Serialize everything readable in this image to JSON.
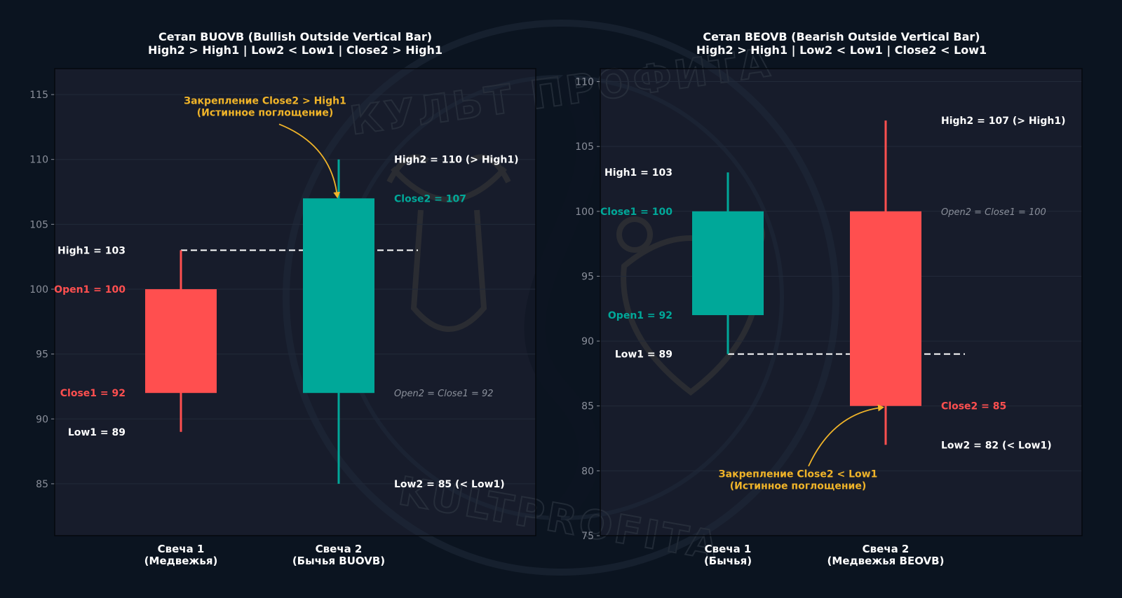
{
  "colors": {
    "background": "#0b1420",
    "panel": "#171c2b",
    "bull": "#00a899",
    "bear": "#ff4f4f",
    "white": "#ffffff",
    "muted": "#8a8f9a",
    "accent": "#f0b429"
  },
  "watermark": {
    "top_text": "КУЛЬТ ПРОФИТА",
    "bottom_text": "KULTPROFITA",
    "icons": [
      "bull-icon",
      "bear-icon"
    ]
  },
  "chart_data": [
    {
      "type": "candlestick",
      "title_line1": "Сетап BUOVB (Bullish Outside Vertical Bar)",
      "title_line2": "High2 > High1 | Low2 < Low1 | Close2 > High1",
      "ylim": [
        81,
        117
      ],
      "yticks": [
        "85",
        "90",
        "95",
        "100",
        "105",
        "110",
        "115"
      ],
      "candles": [
        {
          "label_line1": "Свеча 1",
          "label_line2": "(Медвежья)",
          "open": 100,
          "high": 103,
          "low": 89,
          "close": 92,
          "direction": "bear"
        },
        {
          "label_line1": "Свеча 2",
          "label_line2": "(Бычья BUOVB)",
          "open": 92,
          "high": 110,
          "low": 85,
          "close": 107,
          "direction": "bull"
        }
      ],
      "reference_line": {
        "value": 103
      },
      "labels": [
        {
          "text": "High1 = 103",
          "value": 103,
          "style": "white",
          "side": "left",
          "candle": 0
        },
        {
          "text": "Open1 = 100",
          "value": 100,
          "style": "bear",
          "side": "left",
          "candle": 0
        },
        {
          "text": "Close1 = 92",
          "value": 92,
          "style": "bear",
          "side": "left",
          "candle": 0
        },
        {
          "text": "Low1 = 89",
          "value": 89,
          "style": "white",
          "side": "left",
          "candle": 0
        },
        {
          "text": "High2 = 110  (> High1)",
          "value": 110,
          "style": "white",
          "side": "right",
          "candle": 1
        },
        {
          "text": "Close2 = 107",
          "value": 107,
          "style": "bull",
          "side": "right",
          "candle": 1
        },
        {
          "text": "Open2 = Close1 = 92",
          "value": 92,
          "style": "italic",
          "side": "right",
          "candle": 1
        },
        {
          "text": "Low2 = 85  (< Low1)",
          "value": 85,
          "style": "white",
          "side": "right",
          "candle": 1
        }
      ],
      "annotation": {
        "line1": "Закрепление Close2 > High1",
        "line2": "(Истинное поглощение)",
        "target_value": 107,
        "placement": "above"
      }
    },
    {
      "type": "candlestick",
      "title_line1": "Сетап BEOVB (Bearish Outside Vertical Bar)",
      "title_line2": "High2 > High1 | Low2 < Low1 | Close2 < Low1",
      "ylim": [
        75,
        111
      ],
      "yticks": [
        "75",
        "80",
        "85",
        "90",
        "95",
        "100",
        "105",
        "110"
      ],
      "candles": [
        {
          "label_line1": "Свеча 1",
          "label_line2": "(Бычья)",
          "open": 92,
          "high": 103,
          "low": 89,
          "close": 100,
          "direction": "bull"
        },
        {
          "label_line1": "Свеча 2",
          "label_line2": "(Медвежья BEOVB)",
          "open": 100,
          "high": 107,
          "low": 82,
          "close": 85,
          "direction": "bear"
        }
      ],
      "reference_line": {
        "value": 89
      },
      "labels": [
        {
          "text": "High1 = 103",
          "value": 103,
          "style": "white",
          "side": "left",
          "candle": 0
        },
        {
          "text": "Close1 = 100",
          "value": 100,
          "style": "bull",
          "side": "left",
          "candle": 0
        },
        {
          "text": "Open1 = 92",
          "value": 92,
          "style": "bull",
          "side": "left",
          "candle": 0
        },
        {
          "text": "Low1 = 89",
          "value": 89,
          "style": "white",
          "side": "left",
          "candle": 0
        },
        {
          "text": "High2 = 107  (> High1)",
          "value": 107,
          "style": "white",
          "side": "right",
          "candle": 1
        },
        {
          "text": "Open2 = Close1 = 100",
          "value": 100,
          "style": "italic",
          "side": "right",
          "candle": 1
        },
        {
          "text": "Close2 = 85",
          "value": 85,
          "style": "bear",
          "side": "right",
          "candle": 1
        },
        {
          "text": "Low2 = 82  (< Low1)",
          "value": 82,
          "style": "white",
          "side": "right",
          "candle": 1
        }
      ],
      "annotation": {
        "line1": "Закрепление Close2 < Low1",
        "line2": "(Истинное поглощение)",
        "target_value": 85,
        "placement": "below"
      }
    }
  ]
}
